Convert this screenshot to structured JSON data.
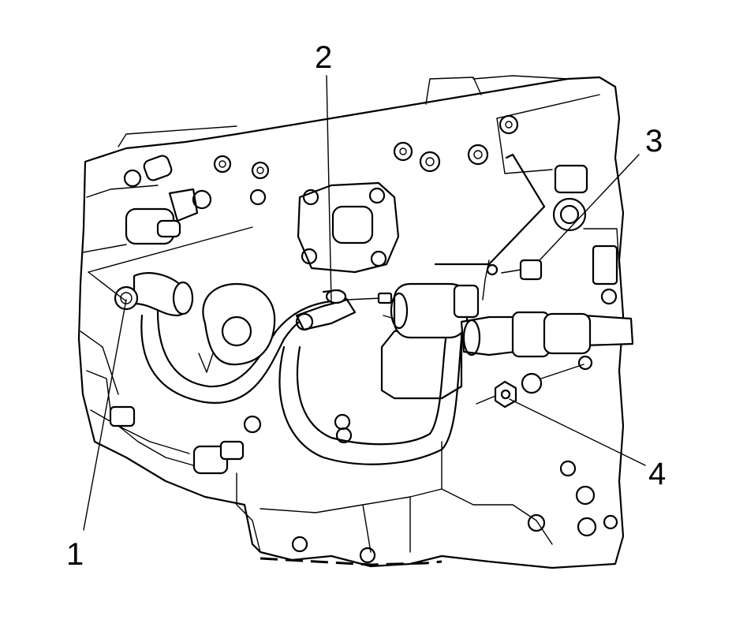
{
  "diagram": {
    "style": "black line-art engine illustration",
    "colors": {
      "line": "#000000",
      "background": "#ffffff"
    },
    "callouts": [
      {
        "id": "1",
        "label": "1"
      },
      {
        "id": "2",
        "label": "2"
      },
      {
        "id": "3",
        "label": "3"
      },
      {
        "id": "4",
        "label": "4"
      }
    ]
  }
}
